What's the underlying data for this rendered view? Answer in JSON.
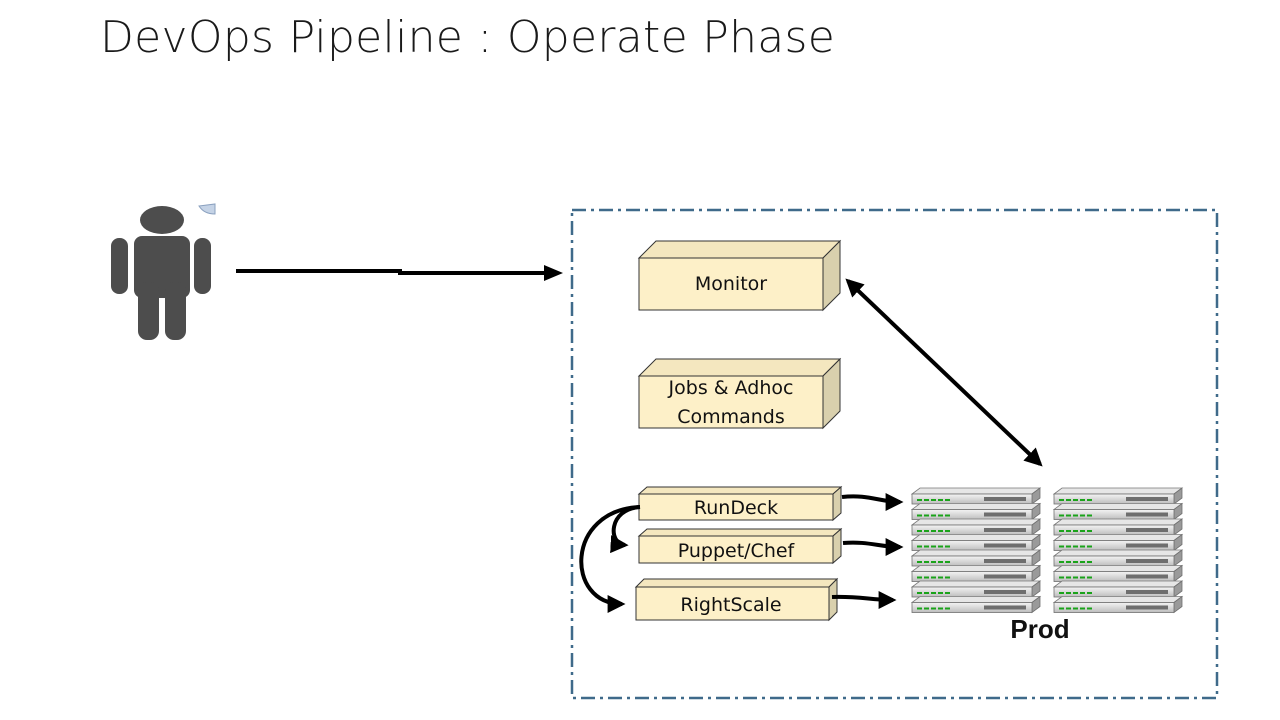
{
  "title": "DevOps Pipeline : Operate Phase",
  "boxes": {
    "monitor": "Monitor",
    "jobs_line1": "Jobs & Adhoc",
    "jobs_line2": "Commands",
    "rundeck": "RunDeck",
    "puppet_chef": "Puppet/Chef",
    "rightscale": "RightScale"
  },
  "prod_label": "Prod",
  "colors": {
    "box_front": "#fdf0c8",
    "box_side": "#d8d0b0",
    "border_dashed": "#3f6a8a",
    "person": "#4d4d4d"
  },
  "icons": [
    "person-icon",
    "server-rack-icon"
  ]
}
